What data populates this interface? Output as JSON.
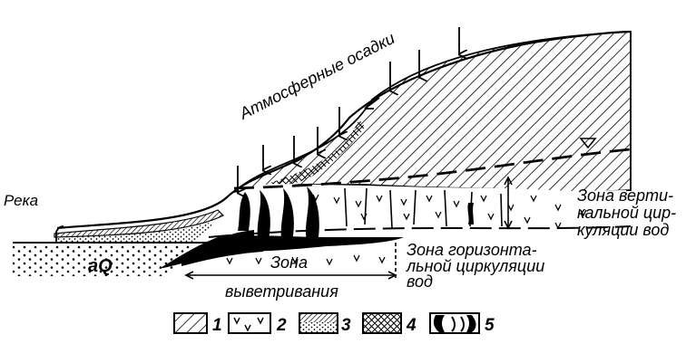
{
  "labels": {
    "precipitation": "Атмосферные осадки",
    "river": "Река",
    "alluvium": "aQ",
    "vertical_zone": [
      "Зона верти-",
      "кальной цир-",
      "куляции вод"
    ],
    "horizontal_zone": [
      "Зона горизонта-",
      "льной циркуляции",
      "вод"
    ],
    "weathering_zone": [
      "Зона",
      "выветривания"
    ]
  },
  "legend": [
    {
      "number": "1",
      "pattern": "diagonal-hatch"
    },
    {
      "number": "2",
      "pattern": "v-marks"
    },
    {
      "number": "3",
      "pattern": "dense-hatch-over-dots"
    },
    {
      "number": "4",
      "pattern": "crosshatch-dots"
    },
    {
      "number": "5",
      "pattern": "black-lenses"
    }
  ]
}
